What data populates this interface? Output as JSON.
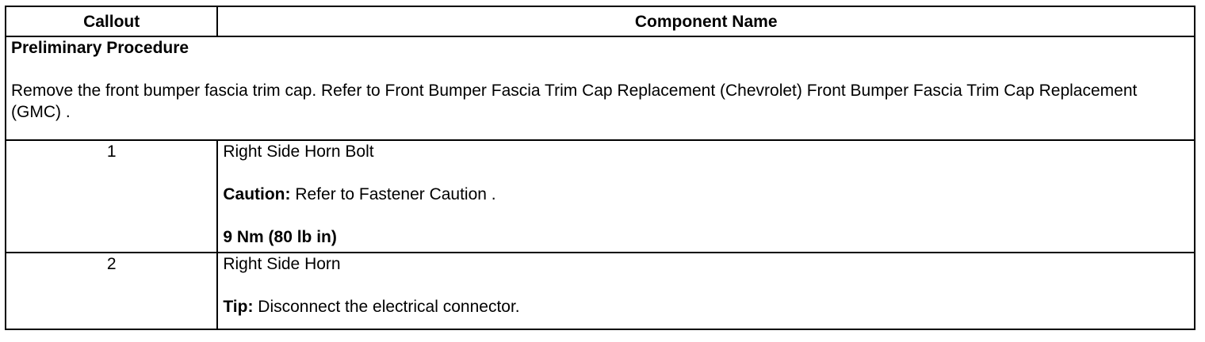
{
  "table": {
    "headers": {
      "callout": "Callout",
      "component_name": "Component Name"
    },
    "preliminary": {
      "title": "Preliminary Procedure",
      "text": "Remove the front bumper fascia trim cap. Refer to Front Bumper Fascia Trim Cap Replacement (Chevrolet) Front Bumper Fascia Trim Cap Replacement (GMC) ."
    },
    "rows": [
      {
        "callout": "1",
        "name": "Right Side Horn Bolt",
        "note_label": "Caution:",
        "note_text": " Refer to Fastener Caution .",
        "torque": "9 Nm (80 lb in)"
      },
      {
        "callout": "2",
        "name": "Right Side Horn",
        "note_label": "Tip:",
        "note_text": " Disconnect the electrical connector."
      }
    ]
  }
}
